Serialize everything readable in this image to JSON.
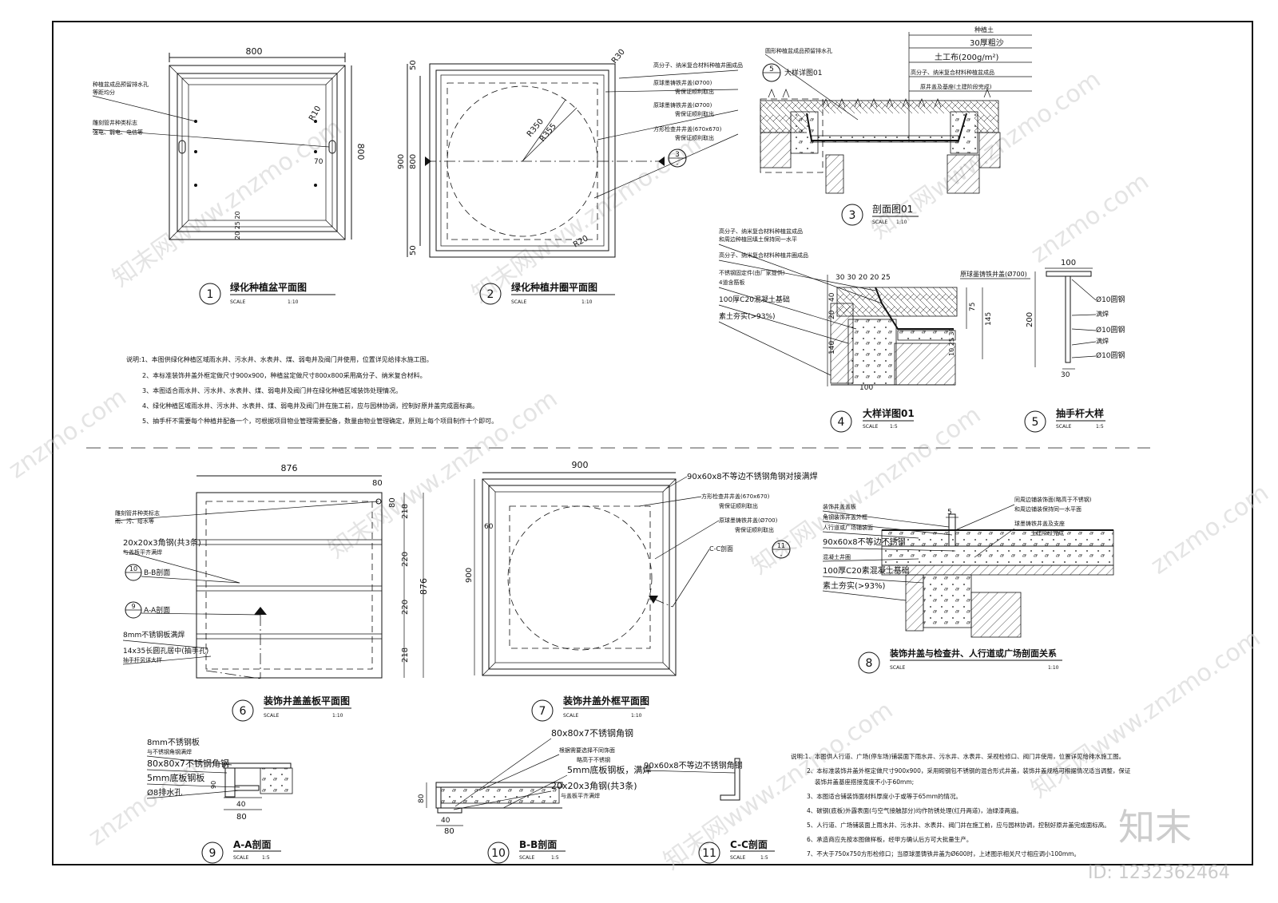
{
  "detail1": {
    "dim_top": "800",
    "dim_right": "800",
    "note_a1": "种植盆成品预留排水孔",
    "note_a2": "等距均分",
    "note_b1": "雕刻管井种类标志",
    "note_b2": "强电、弱电、电信等",
    "r10_a": "R10",
    "d70": "70",
    "dim_small": "20 25 20",
    "num": "1",
    "title": "绿化种植盆平面图",
    "scale_label": "SCALE",
    "scale": "1:10"
  },
  "detail2": {
    "dim_50a": "50",
    "dim_800": "800",
    "dim_900": "900",
    "dim_50b": "50",
    "r30": "R30",
    "r350": "R350",
    "r355": "R355",
    "r20": "R20",
    "lbl1": "高分子、纳米复合材料种植井圈成品",
    "lbl2": "原球墨铸铁井盖(Ø700)",
    "lbl2b": "需保证顺利取出",
    "lbl3": "原球墨铸铁井盖(Ø700)",
    "lbl3b": "需保证顺利取出",
    "lbl4": "方形检查井井盖(670x670)",
    "lbl4b": "需保证顺利取出",
    "cut_num": "3",
    "cut_sub": "-",
    "num": "2",
    "title": "绿化种植井圈平面图",
    "scale_label": "SCALE",
    "scale": "1:10"
  },
  "detail3": {
    "l1": "种植土",
    "l2": "30厚粗沙",
    "l3": "土工布(200g/m²)",
    "l4": "高分子、纳米复合材料种植盆成品",
    "l5": "原井盖及基座(土建阶段完成)",
    "l_left": "圆形种植盆成品预留排水孔",
    "callout_num": "5",
    "callout_txt": "大样详图01",
    "num": "3",
    "title": "剖面图01",
    "scale_label": "SCALE",
    "scale": "1:10"
  },
  "detail4": {
    "l1": "高分子、纳米复合材料种植盆成品",
    "l1b": "和周边种植回填土保持同一水平",
    "l2": "高分子、纳米复合材料种植井圈成品",
    "l3": "不锈钢固定件(由厂家提供)",
    "l3b": "4道含筋板",
    "l4": "100厚C20混凝土基础",
    "l5": "素土夯实(>93%)",
    "l6": "原球墨铸铁井盖(Ø700)",
    "dims_top": "30 30 20 20 25",
    "d20": "20",
    "d40": "40",
    "d140": "140",
    "d75": "75",
    "d145": "145",
    "d1025": "10 25 30",
    "d100": "100",
    "num": "4",
    "title": "大样详图01",
    "scale_label": "SCALE",
    "scale": "1:5"
  },
  "detail5": {
    "d100": "100",
    "d200": "200",
    "d30": "30",
    "l1": "Ø10圆钢",
    "l2": "满焊",
    "l3": "Ø10圆钢",
    "l4": "满焊",
    "l5": "Ø10圆钢",
    "num": "5",
    "title": "抽手杆大样",
    "scale_label": "SCALE",
    "scale": "1:5"
  },
  "notes_top": [
    "说明:1、本图供绿化种植区域雨水井、污水井、水表井、煤、弱电井及阀门井使用，位置详见给排水施工图。",
    "2、本标准装饰井盖外框定做尺寸900x900，种植盆定做尺寸800x800采用高分子、纳米复合材料。",
    "3、本图适合雨水井、污水井、水表井、煤、弱电井及阀门井在绿化种植区域装饰处理情况。",
    "4、绿化种植区域雨水井、污水井、水表井、煤、弱电井及阀门井在施工前，应与园林协调，控制好原井盖完成面标高。",
    "5、抽手杆不需要每个种植井配备一个，可根据项目物业管理需要配备，数量由物业管理确定，原则上每个项目制作十个即可。"
  ],
  "detail6": {
    "dim_top": "876",
    "dim_80a": "80",
    "dim_80b": "80",
    "dim_right": "876",
    "d218a": "218",
    "d220a": "220",
    "d220b": "220",
    "d218b": "218",
    "l1": "雕刻管井种类标志",
    "l1b": "雨、污、给水等",
    "l2": "20x20x3角钢(共3条)",
    "l2b": "与盖板平齐满焊",
    "c10_num": "10",
    "c10_txt": "B-B剖面",
    "c9_num": "9",
    "c9_txt": "A-A剖面",
    "l3": "8mm不锈钢板满焊",
    "l4": "14x35长圆孔居中(抽手孔)",
    "l4b": "抽手杆另详大样",
    "num": "6",
    "title": "装饰井盖盖板平面图",
    "scale_label": "SCALE",
    "scale": "1:10"
  },
  "detail7": {
    "dim_top": "900",
    "dim_left": "900",
    "d60": "60",
    "l1": "90x60x8不等边不锈钢角钢对接满焊",
    "l2": "方形检查井井盖(670x670)",
    "l2b": "需保证顺利取出",
    "l3": "原球墨铸铁井盖(Ø700)",
    "l3b": "需保证顺利取出",
    "l4": "C-C剖面",
    "c11_num": "11",
    "c11_sub": "-",
    "num": "7",
    "title": "装饰井盖外框平面图",
    "scale_label": "SCALE",
    "scale": "1:10"
  },
  "detail8": {
    "l1": "装饰井盖盖板",
    "l2": "角钢装饰井盖外框",
    "l3": "人行道或广场铺装面",
    "l4": "90x60x8不等边不锈钢",
    "l5": "混凝土井圈",
    "l6": "100厚C20素混凝土基础",
    "l7": "素土夯实(>93%)",
    "r1": "同周边铺装饰面(略高于不锈钢)",
    "r1b": "和周边铺装保持同一水平面",
    "r2": "球墨铸铁井盖及支座",
    "r2b": "土建阶段完成",
    "d5": "5",
    "num": "8",
    "title": "装饰井盖与检查井、人行道或广场剖面关系",
    "scale_label": "SCALE",
    "scale": "1:10"
  },
  "detail9": {
    "l1": "8mm不锈钢板",
    "l1b": "与不锈钢角钢满焊",
    "l2": "80x80x7不锈钢角钢",
    "l3": "5mm底板钢板",
    "l4": "Ø8排水孔",
    "d40": "40",
    "d80": "80",
    "d90": "90",
    "num": "9",
    "title": "A-A剖面",
    "scale_label": "SCALE",
    "scale": "1:5"
  },
  "detail10": {
    "l1": "80x80x7不锈钢角钢",
    "l2": "根据需要选择不同饰面",
    "l2b": "略高于不锈钢",
    "l3": "5mm底板钢板，满焊",
    "l4": "20x20x3角钢(共3条)",
    "l4b": "与盖板平齐满焊",
    "d80": "80",
    "d40": "40",
    "d80b": "80",
    "num": "10",
    "title": "B-B剖面",
    "scale_label": "SCALE",
    "scale": "1:5"
  },
  "detail11": {
    "l1": "90x60x8不等边不锈钢角钢",
    "num": "11",
    "title": "C-C剖面",
    "scale_label": "SCALE",
    "scale": "1:5"
  },
  "notes_bottom": [
    "说明:1、本图供人行道、广场(停车场)铺装面下雨水井、污水井、水表井、采视检修口、阀门井使用，位置详见给排水施工图。",
    "2、本标准装饰井盖外框定做尺寸900x900，采用砌钢包不锈钢的混合形式井盖，装饰井盖规格可根据情况适当调整，保证",
    "装饰井盖基座搭接宽度不小于60mm;",
    "3、本图适合铺装饰面材料厚度小于或等于65mm的情况。",
    "4、碳钢(底板)外露表面(与空气接触部分)均作防锈处理(红丹两道)，油绿漆两遍。",
    "5、人行道、广场铺装面上雨水井、污水井、水表井、阀门井在施工前，应与园林协调，控制好原井盖完成面标高。",
    "6、承造商应先按本图做样板，经甲方确认后方可大批量生产。",
    "7、不大于750x750方形检修口；当原球墨铸铁井盖为Ø600时，上述图示相关尺寸相应调小100mm。"
  ],
  "watermark": {
    "logo": "知末",
    "id": "ID: 1232362464",
    "text": "znzmo.com",
    "cn": "知末网www.znzmo.com"
  }
}
